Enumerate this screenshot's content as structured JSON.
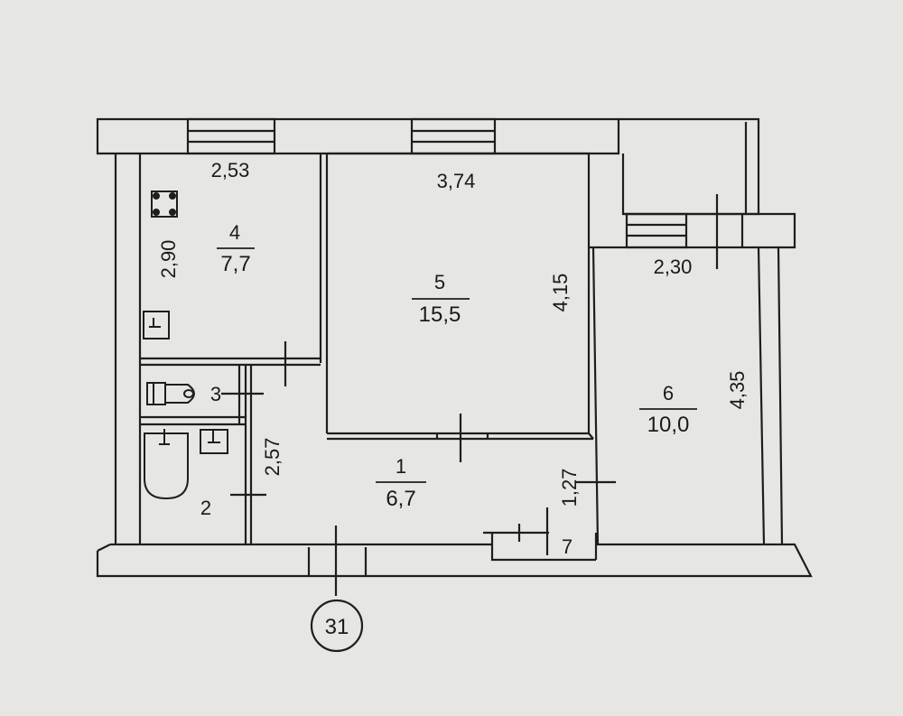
{
  "rooms": [
    {
      "number": "1",
      "area": "6,7"
    },
    {
      "number": "2"
    },
    {
      "number": "3"
    },
    {
      "number": "4",
      "area": "7,7"
    },
    {
      "number": "5",
      "area": "15,5"
    },
    {
      "number": "6",
      "area": "10,0"
    },
    {
      "number": "7"
    }
  ],
  "dimensions": {
    "room4_width": "2,53",
    "room4_length": "2,90",
    "room5_width": "3,74",
    "room5_length": "4,15",
    "room6_width": "2,30",
    "room6_length": "4,35",
    "room1_length": "2,57",
    "room1_width": "1,27"
  },
  "apartment_number": "31"
}
